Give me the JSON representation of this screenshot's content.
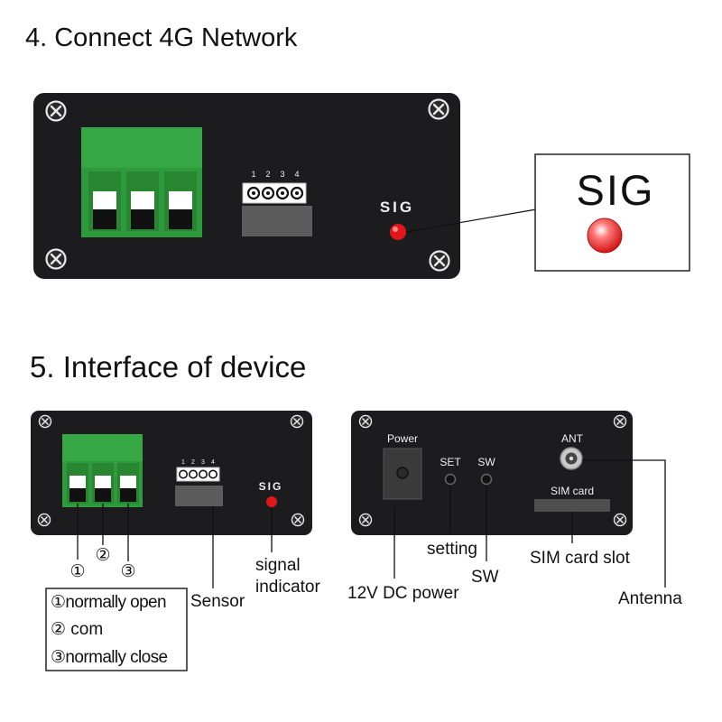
{
  "section4": {
    "title": "4. Connect 4G Network",
    "sig_label": "SIG",
    "sensor_pins": [
      "1",
      "2",
      "3",
      "4"
    ],
    "callout_label": "SIG"
  },
  "section5": {
    "title": "5. Interface of device",
    "front": {
      "sig_label": "SIG",
      "sensor_pins": [
        "1",
        "2",
        "3",
        "4"
      ],
      "terminal_marks": [
        "①",
        "②",
        "③"
      ],
      "sensor_label": "Sensor",
      "signal_label_line1": "signal",
      "signal_label_line2": "indicator",
      "legend": [
        "①normally open",
        "② com",
        "③normally close"
      ]
    },
    "back": {
      "power_label": "Power",
      "set_label": "SET",
      "sw_label": "SW",
      "ant_label": "ANT",
      "simcard_label": "SIM card",
      "setting_caption": "setting",
      "sw_caption": "SW",
      "sim_slot_caption": "SIM card slot",
      "dc_power_caption": "12V DC power",
      "antenna_caption": "Antenna"
    }
  },
  "colors": {
    "panel": "#1c1c1e",
    "terminal_green": "#2e9a3e",
    "led_red": "#e0161b"
  },
  "icons": {
    "screw": "screw-icon",
    "led": "led-icon"
  }
}
